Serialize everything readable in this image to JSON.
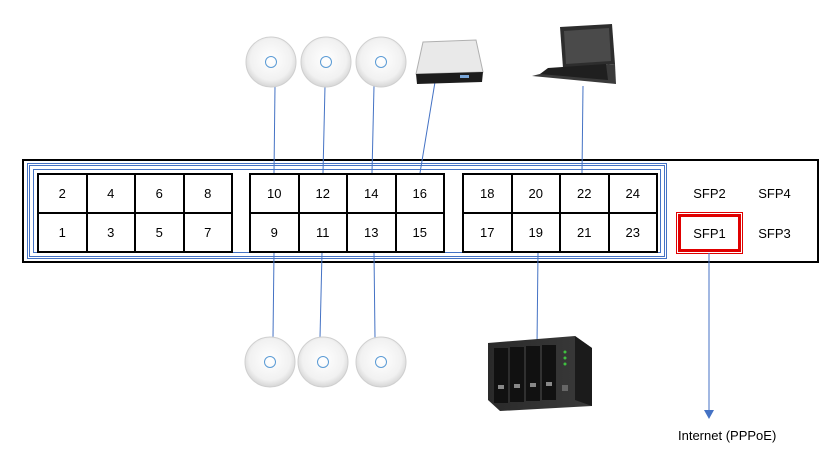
{
  "switch": {
    "groups": [
      {
        "top": [
          "2",
          "4",
          "6",
          "8"
        ],
        "bottom": [
          "1",
          "3",
          "5",
          "7"
        ]
      },
      {
        "top": [
          "10",
          "12",
          "14",
          "16"
        ],
        "bottom": [
          "9",
          "11",
          "13",
          "15"
        ]
      },
      {
        "top": [
          "18",
          "20",
          "22",
          "24"
        ],
        "bottom": [
          "17",
          "19",
          "21",
          "23"
        ]
      }
    ],
    "sfp": {
      "top": [
        "SFP2",
        "SFP4"
      ],
      "bottom": [
        "SFP1",
        "SFP3"
      ],
      "highlighted": "SFP1"
    },
    "colors": {
      "group_border": "#4472c4",
      "highlight": "#e00000",
      "link": "#4472c4"
    }
  },
  "devices": {
    "access_point_icon": "access-point-icon",
    "gateway_icon": "network-appliance-icon",
    "laptop_icon": "laptop-icon",
    "nas_icon": "nas-icon"
  },
  "uplink": {
    "label": "Internet (PPPoE)"
  }
}
